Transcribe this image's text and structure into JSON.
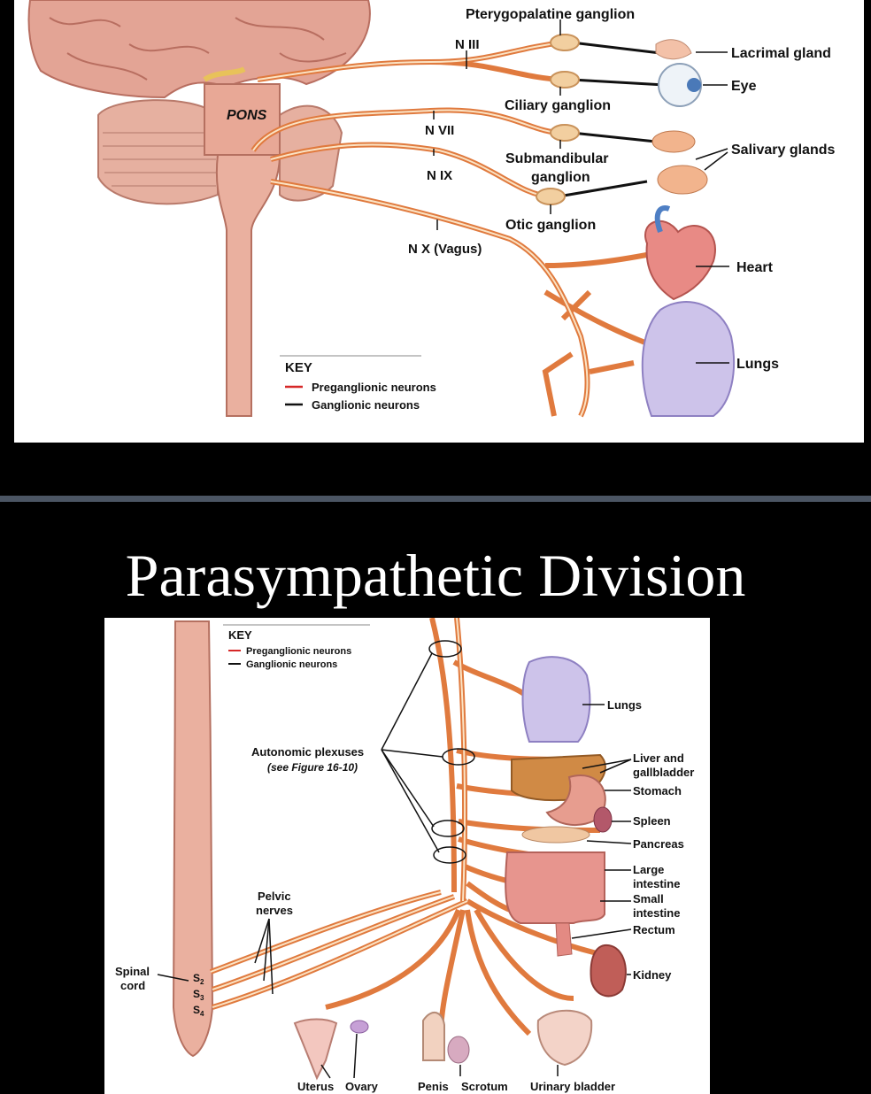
{
  "title": "Parasympathetic Division",
  "top_diagram": {
    "pons": "PONS",
    "nerves": {
      "n3": "N III",
      "n7": "N VII",
      "n9": "N IX",
      "n10": "N X (Vagus)"
    },
    "ganglia": {
      "pterygopalatine": "Pterygopalatine ganglion",
      "ciliary": "Ciliary ganglion",
      "submandibular_1": "Submandibular",
      "submandibular_2": "ganglion",
      "otic": "Otic ganglion"
    },
    "targets": {
      "lacrimal": "Lacrimal gland",
      "eye": "Eye",
      "salivary": "Salivary glands",
      "heart": "Heart",
      "lungs": "Lungs"
    },
    "key": {
      "title": "KEY",
      "pre": "Preganglionic neurons",
      "gang": "Ganglionic neurons"
    }
  },
  "bottom_diagram": {
    "key": {
      "title": "KEY",
      "pre": "Preganglionic neurons",
      "gang": "Ganglionic neurons"
    },
    "plexuses_1": "Autonomic plexuses",
    "plexuses_2": "(see Figure 16-10)",
    "pelvic_1": "Pelvic",
    "pelvic_2": "nerves",
    "spinal_1": "Spinal",
    "spinal_2": "cord",
    "segments": {
      "s2": "S",
      "s3": "S",
      "s4": "S",
      "s2_sub": "2",
      "s3_sub": "3",
      "s4_sub": "4"
    },
    "organs": {
      "lungs": "Lungs",
      "liver_1": "Liver and",
      "liver_2": "gallbladder",
      "stomach": "Stomach",
      "spleen": "Spleen",
      "pancreas": "Pancreas",
      "large_1": "Large",
      "large_2": "intestine",
      "small_1": "Small",
      "small_2": "intestine",
      "rectum": "Rectum",
      "kidney": "Kidney",
      "uterus": "Uterus",
      "ovary": "Ovary",
      "penis": "Penis",
      "scrotum": "Scrotum",
      "bladder": "Urinary bladder"
    }
  },
  "colors": {
    "nerve": "#e07a3e",
    "nerve_core": "#fbe3c4",
    "preganglionic": "#d62828",
    "ganglionic": "#111111",
    "brainstem": "#e9a99a",
    "lung": "#c9bfe6",
    "organ": "#d97b6a"
  }
}
